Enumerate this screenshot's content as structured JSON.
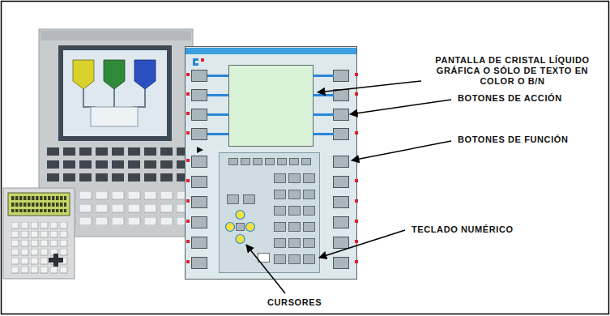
{
  "diagram": {
    "labels": [
      "PANTALLA DE CRISTAL LÍQUIDO GRÁFICA O SÓLO DE TEXTO EN COLOR O B/N",
      "BOTONES DE ACCIÓN",
      "BOTONES DE FUNCIÓN",
      "TECLADO NUMÉRICO",
      "CURSORES"
    ]
  }
}
